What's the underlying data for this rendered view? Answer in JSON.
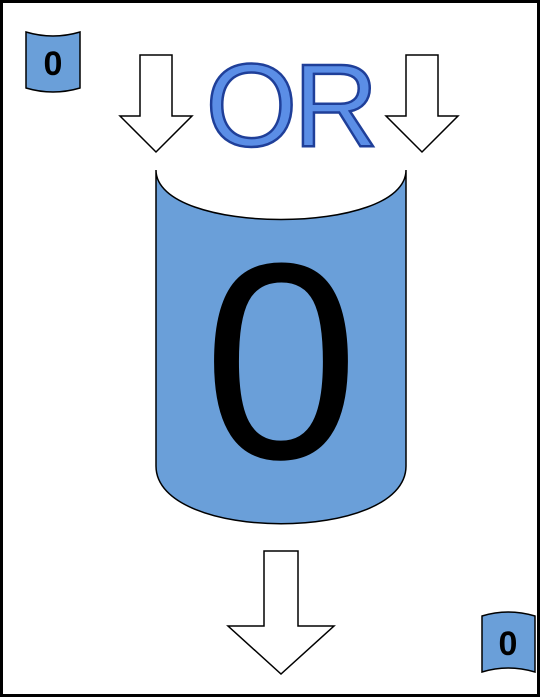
{
  "card": {
    "gate_label": "OR",
    "main_value": "0",
    "corner_top_left_value": "0",
    "corner_bottom_right_value": "0"
  },
  "colors": {
    "cylinder_fill": "#6a9fd9",
    "label_fill": "#5b8ee6",
    "label_stroke": "#1f3f99",
    "arrow_fill": "#ffffff",
    "outline": "#000000"
  },
  "icons": {
    "input_arrow_left": "arrow-down-icon",
    "input_arrow_right": "arrow-down-icon",
    "output_arrow": "arrow-down-icon"
  }
}
